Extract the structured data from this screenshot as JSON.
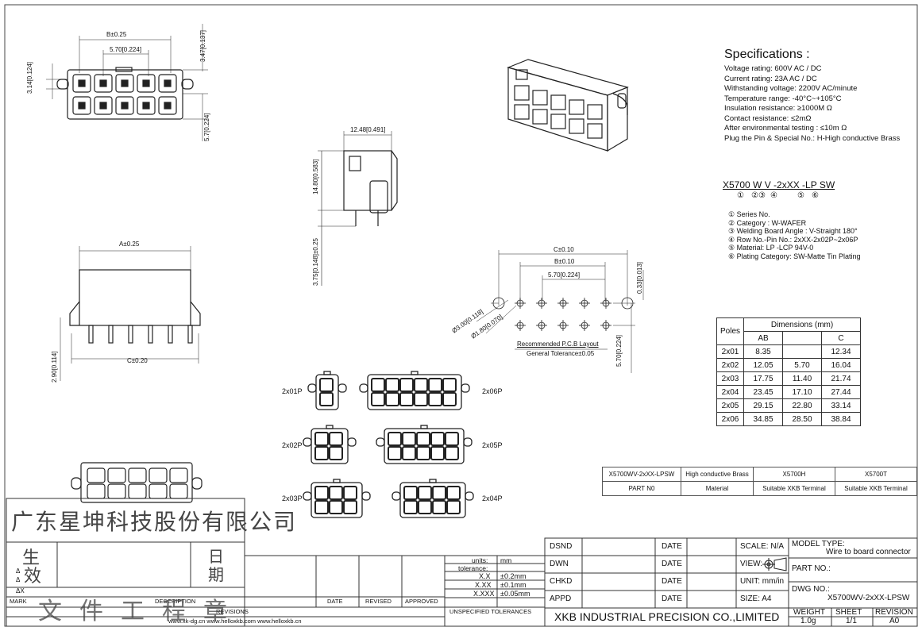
{
  "specs": {
    "title": "Specifications :",
    "lines": [
      "Voltage rating: 600V AC / DC",
      "Current rating: 23A  AC / DC",
      "Withstanding voltage: 2200V AC/minute",
      "Temperature range: -40°C~+105°C",
      "Insulation resistance:  ≥1000M Ω",
      "Contact resistance:   ≤2mΩ",
      "After environmental testing :   ≤10m Ω",
      "Plug the Pin & Special No.:  H-High conductive Brass"
    ]
  },
  "part_number": {
    "code": "X5700 W V -2xXX  -LP SW",
    "markers": [
      "①",
      "②③",
      "④",
      "⑤",
      "⑥"
    ],
    "legend": [
      "① Series No.",
      "② Category : W-WAFER",
      "③ Welding Board Angle : V-Straight 180°",
      "④ Row No.-Pin No.: 2xXX-2x02P~2x06P",
      "⑤ Material:  LP -LCP  94V-0",
      "⑥ Plating Category:  SW-Matte  Tin Plating"
    ]
  },
  "dims": {
    "b_025": "B±0.25",
    "pitch": "5.70[0.224]",
    "h347": "3.47[0.137]",
    "h314": "3.14[0.124]",
    "h57": "5.7[0.224]",
    "w1248": "12.48[0.491]",
    "h148": "14.80[0.583]",
    "h375": "3.75[0.148]±0.25",
    "a_025": "A±0.25",
    "c_020": "C±0.20",
    "h290": "2.90[0.114]",
    "c_010": "C±0.10",
    "b_010": "B±0.10",
    "pitch2": "5.70[0.224]",
    "h033": "0.33[0.013]",
    "d300": "Ø3.00[0.118]",
    "d180": "Ø1.80[0.070]",
    "pcb1": "Recommended P.C.B  Layout",
    "pcb2": "General Tolerance±0.05",
    "h57b": "5.70[0.224]"
  },
  "variants": [
    "2x01P",
    "2x02P",
    "2x03P",
    "2x06P",
    "2x05P",
    "2x04P"
  ],
  "dim_table": {
    "title": "Dimensions (mm)",
    "poles_label": "Poles",
    "headers": [
      "AB",
      "",
      "C"
    ],
    "rows": [
      [
        "2x01",
        "8.35",
        "",
        "12.34"
      ],
      [
        "2x02",
        "12.05",
        "5.70",
        "16.04"
      ],
      [
        "2x03",
        "17.75",
        "11.40",
        "21.74"
      ],
      [
        "2x04",
        "23.45",
        "17.10",
        "27.44"
      ],
      [
        "2x05",
        "29.15",
        "22.80",
        "33.14"
      ],
      [
        "2x06",
        "34.85",
        "28.50",
        "38.84"
      ]
    ]
  },
  "part_table": {
    "row1": [
      "X5700WV-2xXX-LPSW",
      "High conductive Brass",
      "X5700H",
      "X5700T"
    ],
    "row2": [
      "PART N0",
      "Material",
      "Suitable XKB Terminal",
      "Suitable XKB Terminal"
    ]
  },
  "company_cn": "广东星坤科技股份有限公司",
  "stamp_cn": "文件工程章",
  "rev_block": {
    "sheng": "生",
    "xiao": "效",
    "ri": "日",
    "qi": "期",
    "tri": "Δ",
    "tri_x": "ΔX",
    "mark": "MARK",
    "description": "DESCRIPTION",
    "date": "DATE",
    "revised": "REVISED",
    "approved": "APPROVED",
    "revisions": "REVISIONS",
    "websites": "www.xk-dg.cn   www.helloxkb.com   www.helloxkb.cn"
  },
  "tolerance": {
    "units_label": "units:",
    "units_val": "mm",
    "tol_label": "tolerance:",
    "rows": [
      [
        "X.X",
        "±0.2mm"
      ],
      [
        "X.XX",
        "±0.1mm"
      ],
      [
        "X.XXX",
        "±0.05mm"
      ]
    ],
    "footer": "UNSPECIFIED TOLERANCES"
  },
  "title_block": {
    "dsnd": "DSND",
    "dwn": "DWN",
    "chkd": "CHKD",
    "appd": "APPD",
    "date": "DATE",
    "scale": "SCALE: N/A",
    "view": "VIEW:",
    "unit": "UNIT: mm/in",
    "size": "SIZE: A4",
    "model_type_label": "MODEL TYPE:",
    "model_type": "Wire to board connector",
    "part_no_label": "PART NO.:",
    "dwg_no_label": "DWG NO.:",
    "dwg_no": "X5700WV-2xXX-LPSW",
    "company": "XKB INDUSTRIAL PRECISION CO.,LIMITED",
    "weight_label": "WEIGHT",
    "weight": "1.0g",
    "sheet_label": "SHEET",
    "sheet": "1/1",
    "revision_label": "REVISION",
    "revision": "A0"
  }
}
